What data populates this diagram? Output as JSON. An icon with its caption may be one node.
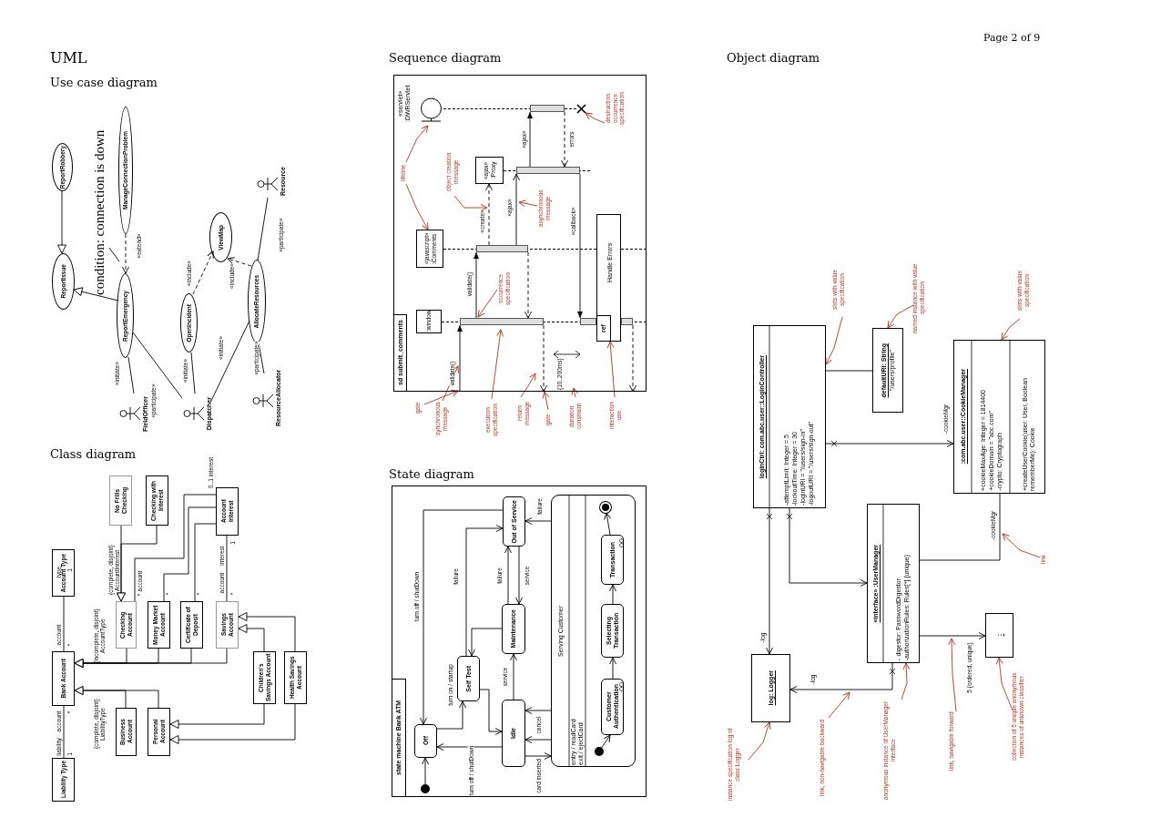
{
  "diagram": {
    "title": "UML",
    "nodes": [
      {
        "text": [
          "ReportRobbery"
        ]
      },
      {
        "text": [
          "ReportIssue"
        ]
      },
      {
        "text": [
          "ManageConnectionProblem"
        ]
      },
      {
        "text": [
          "ReportEmergency"
        ]
      },
      {
        "text": [
          "OpenIncident"
        ]
      },
      {
        "text": [
          "ViewMap"
        ]
      },
      {
        "text": [
          "AllocateResources"
        ]
      },
      {
        "text": [
          "condition: connection is down"
        ]
      },
      {
        "text": [
          "Resource"
        ]
      },
      {
        "text": [
          "FieldOfficer"
        ]
      },
      {
        "text": [
          "Dispatcher"
        ]
      },
      {
        "text": [
          "ResourceAllocator"
        ]
      },
      {
        "text": [
          "No Frills Checking"
        ]
      },
      {
        "text": [
          "Checking with Interest"
        ]
      },
      {
        "text": [
          "Account Interest"
        ]
      },
      {
        "text": [
          "Account Type"
        ]
      },
      {
        "text": [
          "Checking Account"
        ]
      },
      {
        "text": [
          "Money Market Account"
        ]
      },
      {
        "text": [
          "Certificate of Deposit"
        ]
      },
      {
        "text": [
          "Savings Account"
        ]
      },
      {
        "text": [
          "Bank Account"
        ]
      },
      {
        "text": [
          "Children's Savings Account"
        ]
      },
      {
        "text": [
          "Health Savings Account"
        ]
      },
      {
        "text": [
          "Business Account"
        ]
      },
      {
        "text": [
          "Personal Account"
        ]
      },
      {
        "text": [
          "Liability Type"
        ]
      },
      {
        "text": [
          "sd submit_comments"
        ]
      },
      {
        "text": [
          "«servlet» :DWRServlet"
        ],
        "in": 26
      },
      {
        "text": [
          "«ajax» :Proxy"
        ],
        "in": 26
      },
      {
        "text": [
          "«javascript» :Comments"
        ],
        "in": 26
      },
      {
        "text": [
          ":window"
        ],
        "in": 26
      },
      {
        "text": [
          "ref",
          "Handle Errors"
        ],
        "in": 26
      },
      {
        "text": [
          "lifeline"
        ],
        "in": 26
      },
      {
        "text": [
          "object creation message"
        ],
        "in": 26
      },
      {
        "text": [
          "asynchronous message"
        ],
        "in": 26
      },
      {
        "text": [
          "occurrence specification"
        ],
        "in": 26
      },
      {
        "text": [
          "destruction occurrence specification"
        ],
        "in": 26
      },
      {
        "text": [
          "gate"
        ]
      },
      {
        "text": [
          "synchronous message"
        ]
      },
      {
        "text": [
          "execution specification"
        ]
      },
      {
        "text": [
          "return message"
        ]
      },
      {
        "text": [
          "gate"
        ]
      },
      {
        "text": [
          "duration constraint"
        ]
      },
      {
        "text": [
          "interaction use"
        ]
      },
      {
        "text": [
          "state machine Bank ATM"
        ]
      },
      {
        "text": [
          "Off"
        ],
        "in": 44
      },
      {
        "text": [
          "Self Test"
        ],
        "in": 44
      },
      {
        "text": [
          "Idle"
        ],
        "in": 44
      },
      {
        "text": [
          "Maintenance"
        ],
        "in": 44
      },
      {
        "text": [
          "Out of Service"
        ],
        "in": 44
      },
      {
        "text": [
          "Serving Customer",
          "entry / readCard",
          "exit / ejectCard"
        ],
        "in": 44
      },
      {
        "text": [],
        "shape": "circle",
        "in": 44
      },
      {
        "text": [
          "Customer Authentication"
        ],
        "in": 50
      },
      {
        "text": [
          "Selecting Transaction"
        ],
        "in": 50
      },
      {
        "text": [
          "Transaction"
        ],
        "in": 50
      },
      {
        "text": [],
        "shape": "circle",
        "in": 50
      },
      {
        "text": [],
        "shape": "circle",
        "in": 50
      },
      {
        "text": [
          "slots with value specification"
        ]
      },
      {
        "text": [
          "named instance with value specification"
        ]
      },
      {
        "text": [
          "slots with value specification"
        ]
      },
      {
        "text": [
          "loginCtrl: com.abc.user::LoginController",
          "-attemptLimit: Integer = 5",
          "-lockoutTime: Integer = 30",
          "-loginURI = \"/users/sign-in\"",
          "-logoutURI = \"/users/sign-out\""
        ]
      },
      {
        "text": [
          "defaultURI: String",
          "\"/users/profile\""
        ]
      },
      {
        "text": [
          ":com.abc.user::CookieManager",
          "+cookieMaxAge: Integer = 1814400",
          "+cookieDomain = \"abc.com\"",
          "-crypto: Cryptograph",
          "+createUserCookie(user: User, Boolean rememberMe): Cookie"
        ]
      },
      {
        "text": [
          "«interface» :UserManager",
          "- digestor: PasswordDigestor",
          "-authorizationRules: Rules[*] {unique}"
        ]
      },
      {
        "text": [
          "link"
        ]
      },
      {
        "text": [
          "log: Logger"
        ]
      },
      {
        "text": [
          ":"
        ]
      },
      {
        "text": [
          "instance specification log of class Logger"
        ]
      },
      {
        "text": [
          "link, non-navigable backward"
        ]
      },
      {
        "text": [
          "anonymous instance of UserManager interface"
        ]
      },
      {
        "text": [
          "link, navigable forward"
        ]
      },
      {
        "text": [
          "collection of 5 unique anonymous instances of unknown classifier"
        ]
      },
      {
        "text": [
          "{10..200ms}"
        ],
        "in": 26
      }
    ],
    "edges": [
      {
        "from": 0,
        "to": 1,
        "arrow": "to"
      },
      {
        "from": 3,
        "to": 1,
        "arrow": "to"
      },
      {
        "from": 2,
        "to": 3,
        "arrow": "to",
        "style": "dashed",
        "label": "«extend»"
      },
      {
        "from": 4,
        "to": 5,
        "arrow": "to",
        "style": "dashed",
        "label": "«include»"
      },
      {
        "from": 6,
        "to": 5,
        "arrow": "to",
        "style": "dashed",
        "label": "«include»"
      },
      {
        "from": 9,
        "to": 3,
        "arrow": "none",
        "label": "«initiate»"
      },
      {
        "from": 10,
        "to": 3,
        "arrow": "none",
        "label": "«participate»"
      },
      {
        "from": 10,
        "to": 4,
        "arrow": "none",
        "label": "«initiate»"
      },
      {
        "from": 10,
        "to": 6,
        "arrow": "none",
        "label": "«initiate»"
      },
      {
        "from": 11,
        "to": 6,
        "arrow": "none",
        "label": "«participate»"
      },
      {
        "from": 8,
        "to": 6,
        "arrow": "none",
        "label": "«participate»"
      },
      {
        "from": 7,
        "to": null,
        "arrow": "none"
      },
      {
        "from": 15,
        "to": 20,
        "arrow": "none"
      },
      {
        "from": 20,
        "to": 25,
        "arrow": "none"
      },
      {
        "from": 16,
        "to": 20,
        "arrow": "to"
      },
      {
        "from": 17,
        "to": 20,
        "arrow": "to"
      },
      {
        "from": 18,
        "to": 20,
        "arrow": "to"
      },
      {
        "from": 19,
        "to": 20,
        "arrow": "to"
      },
      {
        "from": 23,
        "to": 20,
        "arrow": "to"
      },
      {
        "from": 24,
        "to": 20,
        "arrow": "to"
      },
      {
        "from": 12,
        "to": 16,
        "arrow": "to"
      },
      {
        "from": 13,
        "to": 16,
        "arrow": "to"
      },
      {
        "from": 21,
        "to": 19,
        "arrow": "to"
      },
      {
        "from": 22,
        "to": 19,
        "arrow": "to"
      },
      {
        "from": 21,
        "to": 24,
        "arrow": "to"
      },
      {
        "from": 22,
        "to": 24,
        "arrow": "to"
      },
      {
        "from": 14,
        "to": 16,
        "arrow": "none"
      },
      {
        "from": 14,
        "to": 17,
        "arrow": "none"
      },
      {
        "from": 14,
        "to": 18,
        "arrow": "none"
      },
      {
        "from": 14,
        "to": 19,
        "arrow": "none"
      },
      {
        "from": 26,
        "to": 30,
        "arrow": "to",
        "label": "validate()"
      },
      {
        "from": 30,
        "to": 29,
        "arrow": "to",
        "label": "validate()"
      },
      {
        "from": 29,
        "to": 30,
        "arrow": "to",
        "style": "dashed"
      },
      {
        "from": 29,
        "to": 28,
        "arrow": "to",
        "style": "dashed",
        "label": "«create»"
      },
      {
        "from": 29,
        "to": 28,
        "arrow": "to",
        "label": "«ajax»"
      },
      {
        "from": 28,
        "to": 27,
        "arrow": "to",
        "label": "«ajax»"
      },
      {
        "from": 27,
        "to": 28,
        "arrow": "to",
        "style": "dashed",
        "label": "errors"
      },
      {
        "from": 28,
        "to": 30,
        "arrow": "to",
        "label": "«callback»"
      },
      {
        "from": 30,
        "to": 26,
        "arrow": "to",
        "style": "dashed"
      },
      {
        "from": 30,
        "to": 26,
        "arrow": "to",
        "style": "dashed"
      },
      {
        "from": 32,
        "to": 27,
        "arrow": "to",
        "color": "#b5321f"
      },
      {
        "from": 32,
        "to": 29,
        "arrow": "to",
        "color": "#b5321f"
      },
      {
        "from": 33,
        "to": null,
        "arrow": "to",
        "color": "#b5321f"
      },
      {
        "from": 34,
        "to": null,
        "arrow": "to",
        "color": "#b5321f"
      },
      {
        "from": 35,
        "to": 30,
        "arrow": "to",
        "color": "#b5321f"
      },
      {
        "from": 36,
        "to": 27,
        "arrow": "to",
        "color": "#b5321f"
      },
      {
        "from": 37,
        "to": 26,
        "arrow": "to",
        "color": "#b5321f"
      },
      {
        "from": 38,
        "to": null,
        "arrow": "to",
        "color": "#b5321f"
      },
      {
        "from": 39,
        "to": 30,
        "arrow": "to",
        "color": "#b5321f"
      },
      {
        "from": 40,
        "to": null,
        "arrow": "to",
        "color": "#b5321f"
      },
      {
        "from": 41,
        "to": 26,
        "arrow": "to",
        "color": "#b5321f"
      },
      {
        "from": 42,
        "to": 72,
        "arrow": "to",
        "color": "#b5321f"
      },
      {
        "from": 43,
        "to": 31,
        "arrow": "to",
        "color": "#b5321f"
      },
      {
        "from": 51,
        "to": 45,
        "arrow": "to"
      },
      {
        "from": 45,
        "to": 46,
        "arrow": "to",
        "label": "turn on / startup"
      },
      {
        "from": 46,
        "to": 47,
        "arrow": "to"
      },
      {
        "from": 46,
        "to": 49,
        "arrow": "to",
        "label": "failure"
      },
      {
        "from": 47,
        "to": 45,
        "arrow": "to",
        "label": "turn off / shutDown"
      },
      {
        "from": 47,
        "to": 48,
        "arrow": "to",
        "label": "service"
      },
      {
        "from": 48,
        "to": 46,
        "arrow": "to"
      },
      {
        "from": 48,
        "to": 49,
        "arrow": "to",
        "label": "failure"
      },
      {
        "from": 49,
        "to": 48,
        "arrow": "to",
        "label": "service"
      },
      {
        "from": 49,
        "to": 45,
        "arrow": "to",
        "label": "turn off / shutDown"
      },
      {
        "from": 47,
        "to": 50,
        "arrow": "to",
        "label": "card inserted"
      },
      {
        "from": 50,
        "to": 47,
        "arrow": "to",
        "label": "cancel"
      },
      {
        "from": 50,
        "to": 47,
        "arrow": "to"
      },
      {
        "from": 50,
        "to": 49,
        "arrow": "to",
        "label": "failure"
      },
      {
        "from": 55,
        "to": 52,
        "arrow": "to"
      },
      {
        "from": 52,
        "to": 53,
        "arrow": "to"
      },
      {
        "from": 53,
        "to": 54,
        "arrow": "to"
      },
      {
        "from": 54,
        "to": 56,
        "arrow": "to"
      },
      {
        "from": 60,
        "to": 61,
        "arrow": "none"
      },
      {
        "from": 60,
        "to": 62,
        "arrow": "to",
        "label": "-cookieMgr"
      },
      {
        "from": 60,
        "to": 65,
        "arrow": "to",
        "label": "-log"
      },
      {
        "from": 60,
        "to": 63,
        "arrow": "to"
      },
      {
        "from": 63,
        "to": 65,
        "arrow": "to",
        "label": "-log"
      },
      {
        "from": 63,
        "to": 62,
        "arrow": "none",
        "label": "-cookieMgr"
      },
      {
        "from": 63,
        "to": 66,
        "arrow": "to",
        "label": "5 {ordered, unique}"
      },
      {
        "from": 57,
        "to": 60,
        "arrow": "to",
        "color": "#b5321f"
      },
      {
        "from": 58,
        "to": 61,
        "arrow": "to",
        "color": "#b5321f"
      },
      {
        "from": 59,
        "to": 62,
        "arrow": "to",
        "color": "#b5321f"
      },
      {
        "from": 64,
        "to": null,
        "arrow": "to",
        "color": "#b5321f"
      },
      {
        "from": 67,
        "to": 65,
        "arrow": "to",
        "color": "#b5321f"
      },
      {
        "from": 68,
        "to": null,
        "arrow": "to",
        "color": "#b5321f"
      },
      {
        "from": 69,
        "to": 63,
        "arrow": "to",
        "color": "#b5321f"
      },
      {
        "from": 70,
        "to": null,
        "arrow": "to",
        "color": "#b5321f"
      },
      {
        "from": 71,
        "to": 66,
        "arrow": "to",
        "color": "#b5321f"
      }
    ],
    "labels": [
      "Page 2 of 9",
      "Use case diagram",
      "Class diagram",
      "Sequence diagram",
      "State diagram",
      "Object diagram",
      "type",
      "1",
      "account",
      "*",
      "account",
      "*",
      "liability",
      "1",
      "{incomplete, disjoint} AccountType",
      "{complete, disjoint} LiabilityType",
      "{complete, disjoint} AccountInterest",
      "account",
      "*",
      "*",
      "*",
      "0..1 interest",
      "interest",
      "1",
      "account",
      "*"
    ]
  }
}
